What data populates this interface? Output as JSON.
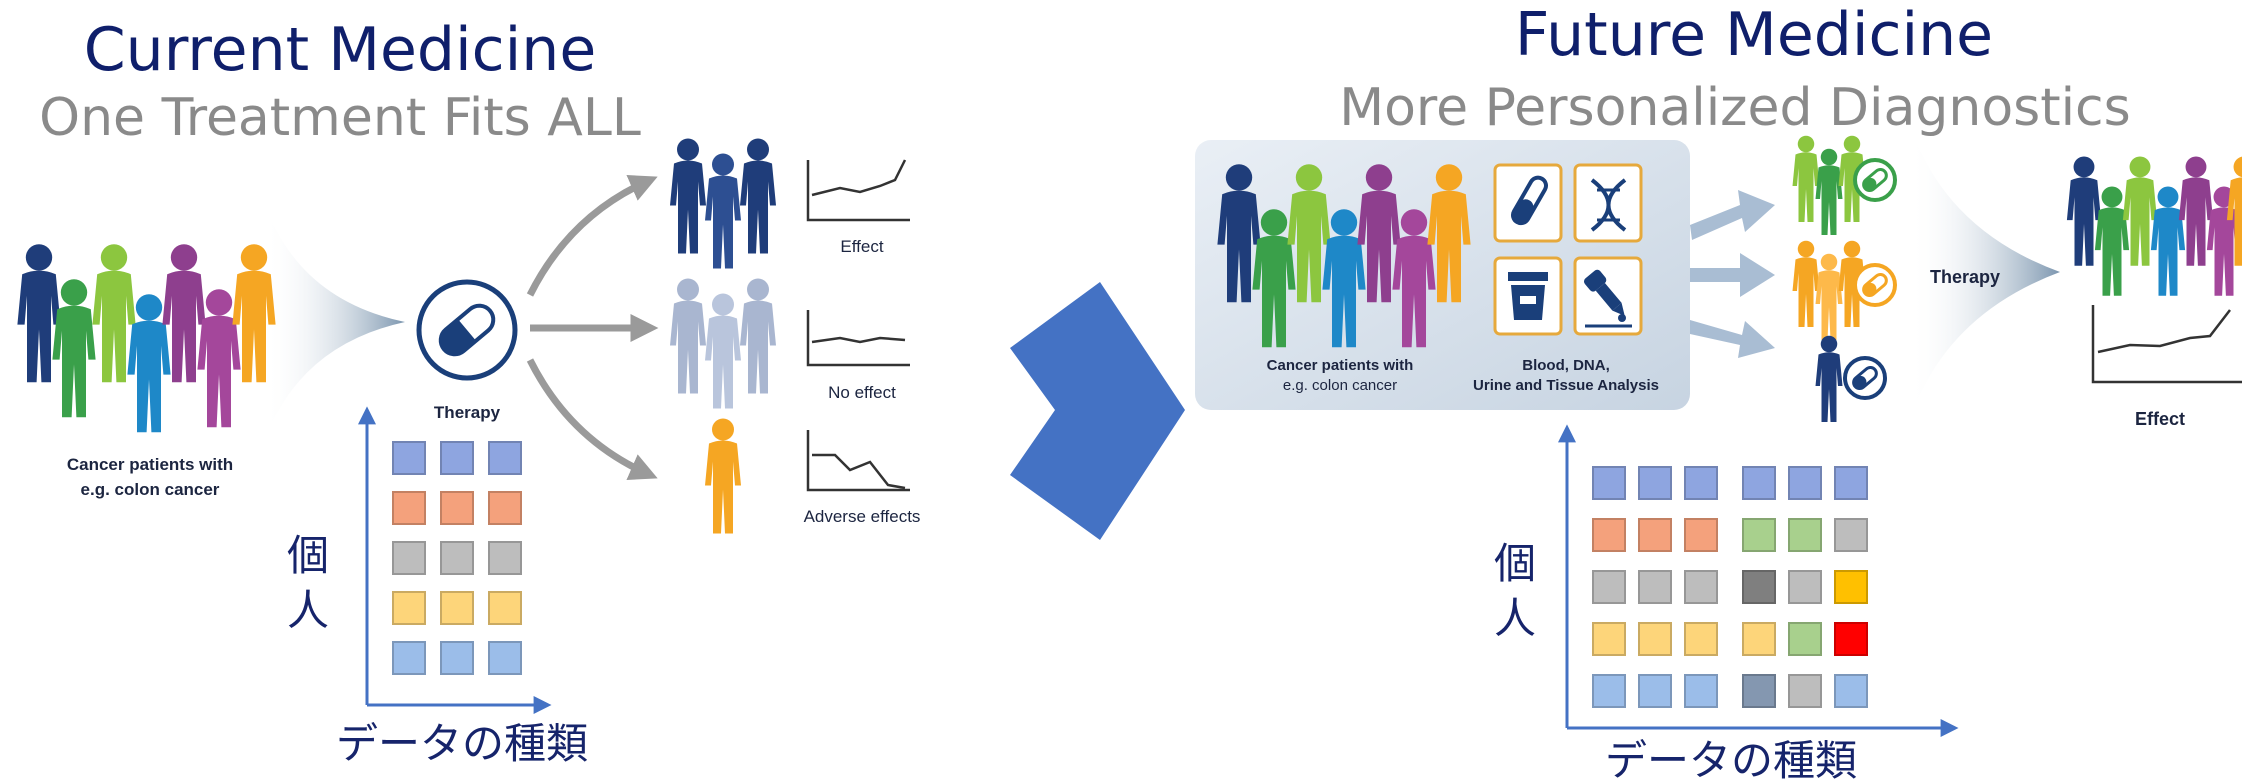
{
  "left": {
    "title": "Current Medicine",
    "subtitle": "One Treatment Fits ALL",
    "patients_label_1": "Cancer patients with",
    "patients_label_2": "e.g. colon cancer",
    "therapy_label": "Therapy",
    "outcomes": [
      "Effect",
      "No effect",
      "Adverse effects"
    ],
    "y_axis_label": [
      "個",
      "人"
    ],
    "x_axis_label": "データの種類"
  },
  "right": {
    "title": "Future Medicine",
    "subtitle": "More Personalized Diagnostics",
    "patients_label_1": "Cancer patients with",
    "patients_label_2": "e.g. colon cancer",
    "analysis_label_1": "Blood, DNA,",
    "analysis_label_2": "Urine and Tissue Analysis",
    "therapy_label": "Therapy",
    "effect_label": "Effect",
    "y_axis_label": [
      "個",
      "人"
    ],
    "x_axis_label": "データの種類"
  },
  "colors": {
    "navy": "#0f1f6b",
    "blue_arrow": "#4472c4",
    "row_blue": "#8ea5e0",
    "row_orange": "#f4a17c",
    "row_gray": "#bdbdbd",
    "row_yellow": "#fdd57a",
    "row_lightblue": "#9bbde9",
    "green": "#a8d08d",
    "dark_gray": "#7f7f7f",
    "gold": "#ffc000",
    "red": "#ff0000",
    "slate": "#8497b0"
  },
  "grids": {
    "left_rows": [
      [
        "row_blue",
        "row_blue",
        "row_blue"
      ],
      [
        "row_orange",
        "row_orange",
        "row_orange"
      ],
      [
        "row_gray",
        "row_gray",
        "row_gray"
      ],
      [
        "row_yellow",
        "row_yellow",
        "row_yellow"
      ],
      [
        "row_lightblue",
        "row_lightblue",
        "row_lightblue"
      ]
    ],
    "right_rows": [
      [
        "row_blue",
        "row_blue",
        "row_blue",
        "row_blue",
        "row_blue",
        "row_blue"
      ],
      [
        "row_orange",
        "row_orange",
        "row_orange",
        "green",
        "green",
        "row_gray"
      ],
      [
        "row_gray",
        "row_gray",
        "row_gray",
        "dark_gray",
        "row_gray",
        "gold"
      ],
      [
        "row_yellow",
        "row_yellow",
        "row_yellow",
        "row_yellow",
        "green",
        "red"
      ],
      [
        "row_lightblue",
        "row_lightblue",
        "row_lightblue",
        "slate",
        "row_gray",
        "row_lightblue"
      ]
    ]
  }
}
